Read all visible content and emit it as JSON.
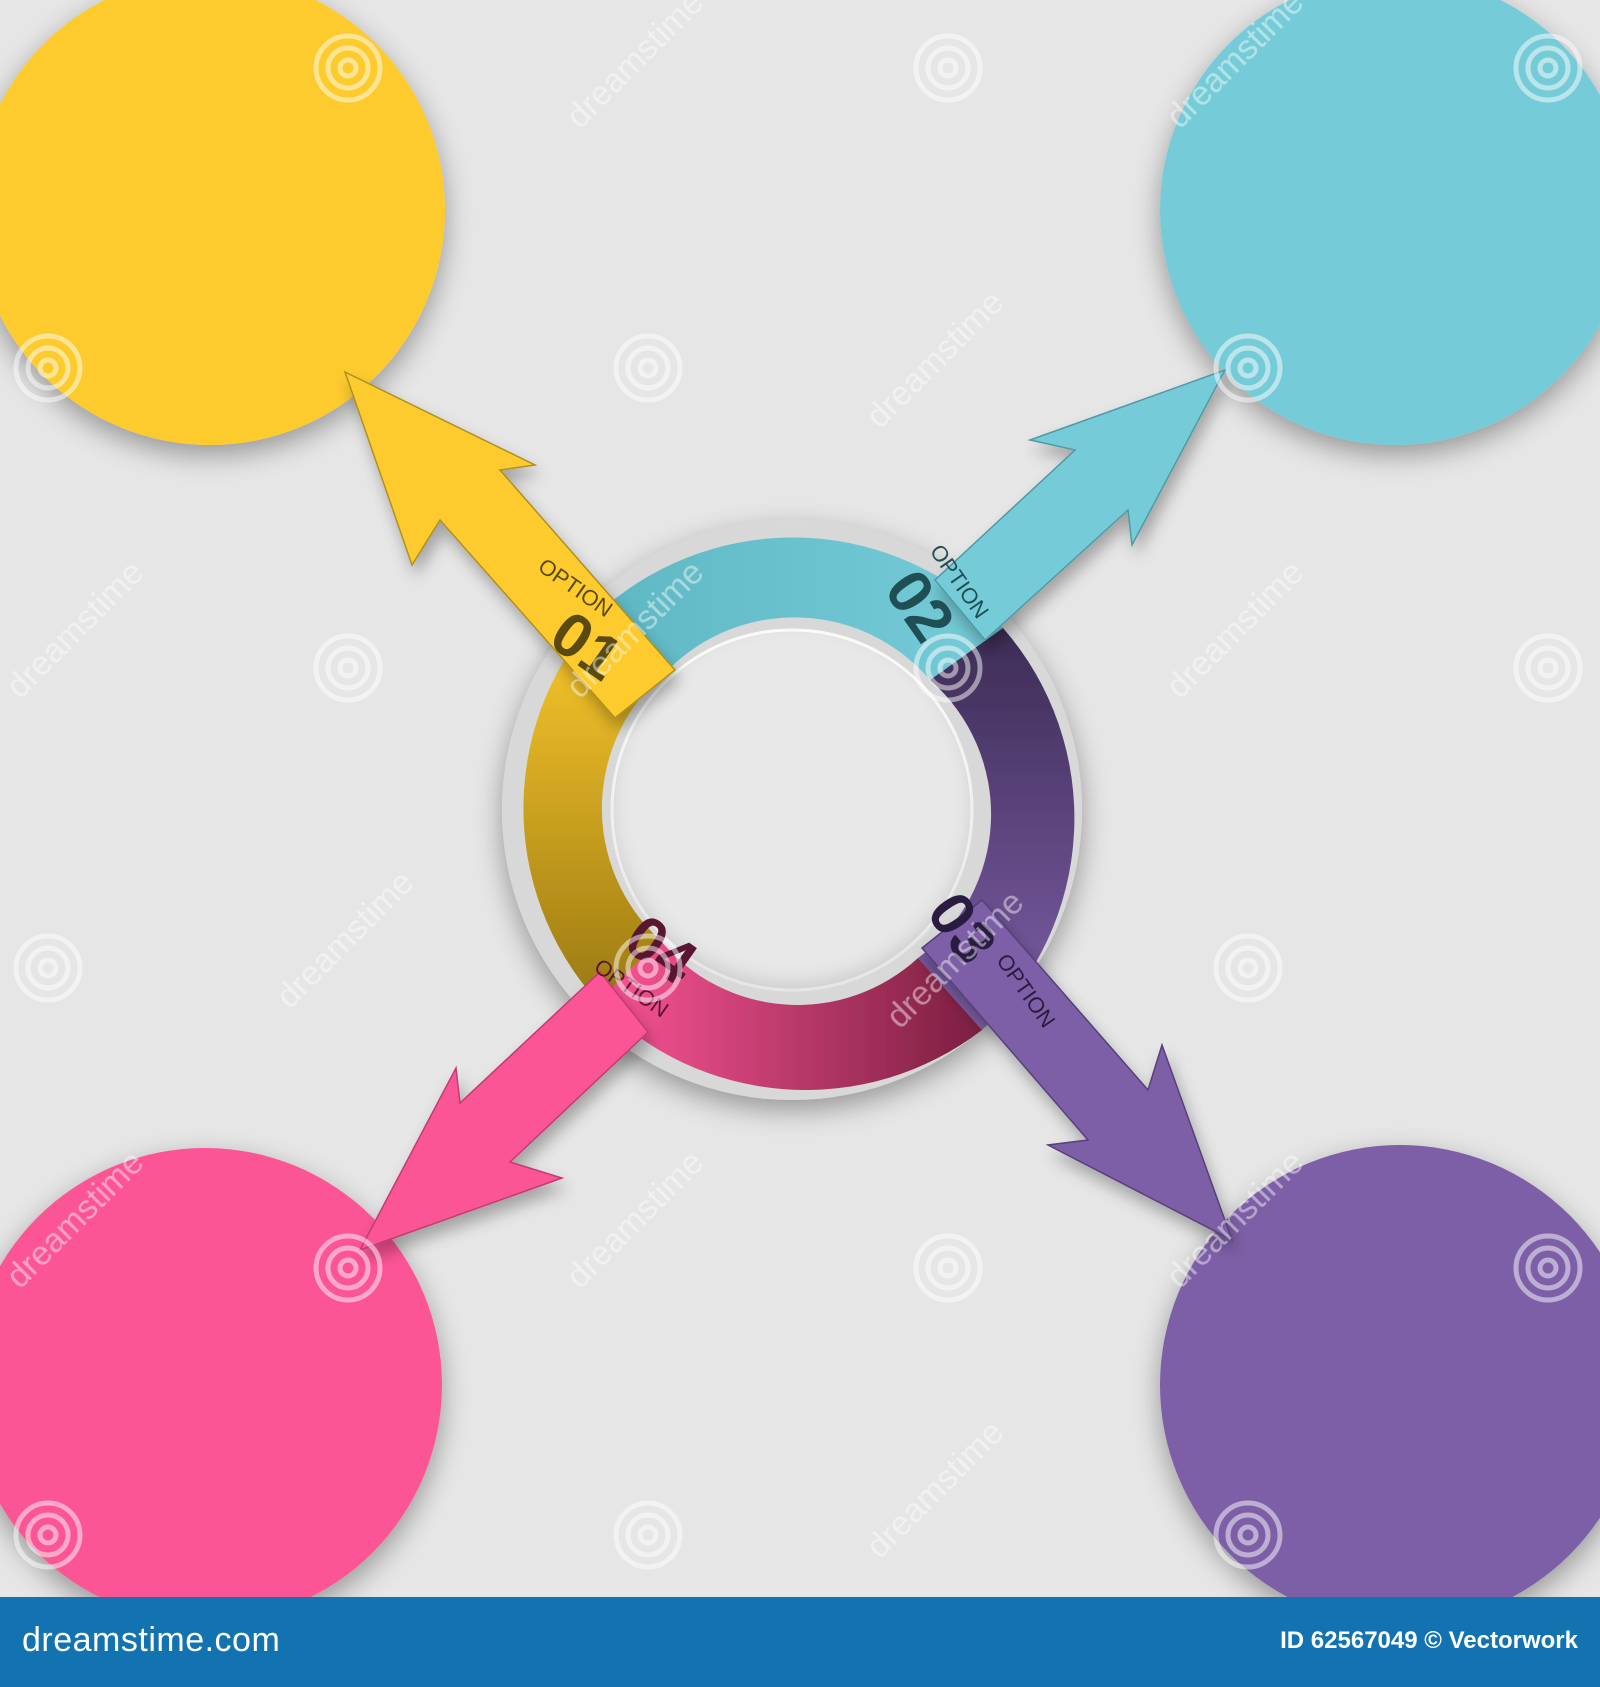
{
  "options": [
    {
      "key": "01",
      "number": "01",
      "label": "OPTION",
      "color": "#fecb2e"
    },
    {
      "key": "02",
      "number": "02",
      "label": "OPTION",
      "color": "#75ccd8"
    },
    {
      "key": "03",
      "number": "03",
      "label": "OPTION",
      "color": "#7d5fa7"
    },
    {
      "key": "04",
      "number": "04",
      "label": "OPTION",
      "color": "#fc5596"
    }
  ],
  "colors": {
    "background": "#e6e6e6",
    "footer_bar": "#1273b0",
    "footer_text": "#ffffff",
    "ring_yellow_dark": "#9b7a12",
    "ring_purple_dark": "#3d2c55",
    "ring_pink_dark": "#7a1f40"
  },
  "watermark": {
    "text": "dreamstime",
    "icon": "spiral-logo-icon"
  },
  "footer": {
    "brand": "dreamstime.com",
    "credit": "ID 62567049 © Vectorwork"
  }
}
